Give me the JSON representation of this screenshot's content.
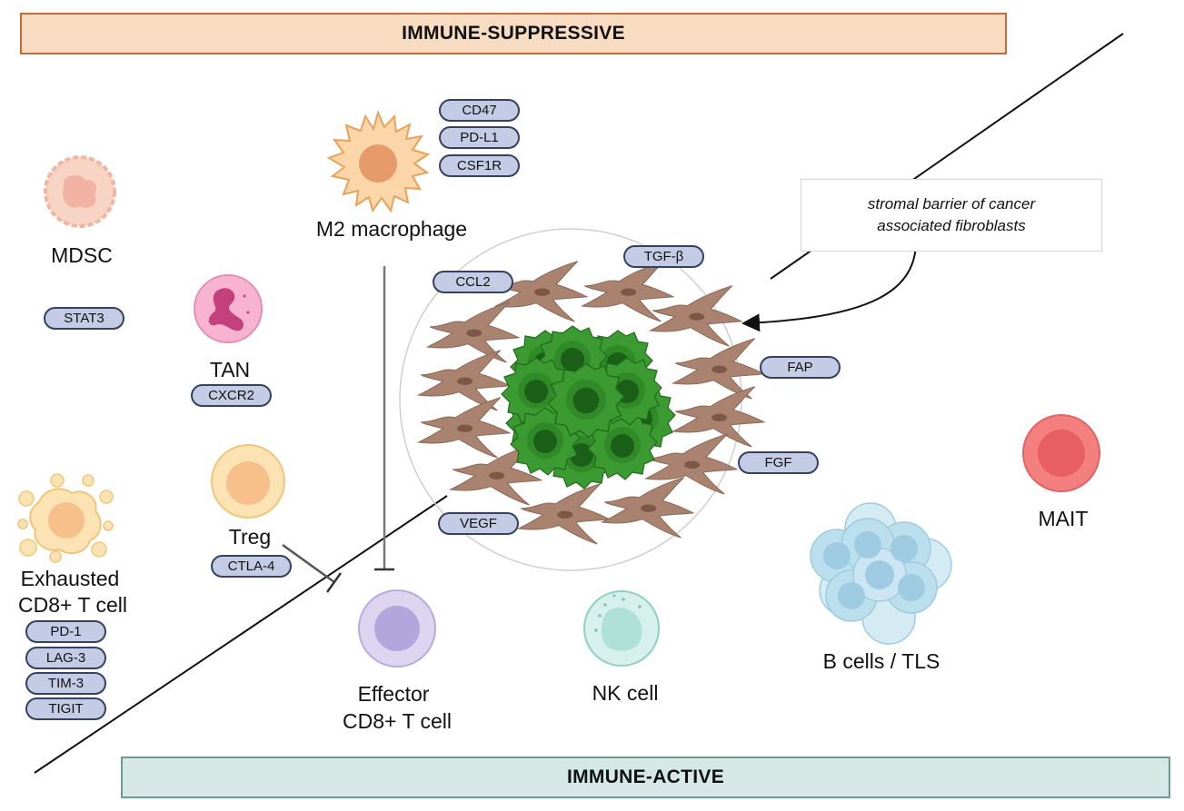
{
  "banners": {
    "top": "IMMUNE-SUPPRESSIVE",
    "bottom": "IMMUNE-ACTIVE"
  },
  "cells": {
    "m2": {
      "label": "M2 macrophage",
      "markers": [
        "CD47",
        "PD-L1",
        "CSF1R"
      ]
    },
    "mdsc": {
      "label": "MDSC",
      "markers": [
        "STAT3"
      ]
    },
    "tan": {
      "label": "TAN",
      "markers": [
        "CXCR2"
      ]
    },
    "treg": {
      "label": "Treg",
      "markers": [
        "CTLA-4"
      ]
    },
    "exhausted": {
      "label_line1": "Exhausted",
      "label_line2": "CD8+ T cell",
      "markers": [
        "PD-1",
        "LAG-3",
        "TIM-3",
        "TIGIT"
      ]
    },
    "effector": {
      "label_line1": "Effector",
      "label_line2": "CD8+ T cell"
    },
    "nk": {
      "label": "NK cell"
    },
    "bcells": {
      "label": "B cells / TLS"
    },
    "mait": {
      "label": "MAIT"
    }
  },
  "stroma": {
    "annotation_line1": "stromal barrier of cancer",
    "annotation_line2": "associated fibroblasts",
    "factors": {
      "tgfb": "TGF-β",
      "ccl2": "CCL2",
      "fap": "FAP",
      "fgf": "FGF",
      "vegf": "VEGF"
    }
  },
  "icons": [
    "macrophage-icon",
    "mdsc-icon",
    "neutrophil-icon",
    "treg-icon",
    "exhausted-t-cell-icon",
    "effector-t-cell-icon",
    "nk-cell-icon",
    "b-cell-cluster-icon",
    "mait-cell-icon",
    "fibroblast-icon",
    "tumor-cluster-icon"
  ],
  "colors": {
    "suppressive_banner": "#f8dcc2",
    "active_banner": "#d6e8e4",
    "marker_pill": "#c3cce4",
    "fibroblast": "#a9836f",
    "tumor": "#3c9a32"
  }
}
